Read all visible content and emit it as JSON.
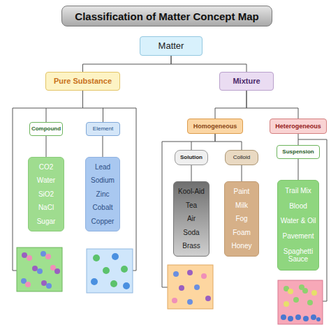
{
  "diagram": {
    "title": "Classification of Matter Concept Map",
    "nodes": [
      {
        "text": [
          "Matter"
        ]
      },
      {
        "text": [
          "Pure Substance"
        ]
      },
      {
        "text": [
          "Mixture"
        ]
      },
      {
        "text": [
          "Compound"
        ]
      },
      {
        "text": [
          "Element"
        ]
      },
      {
        "text": [
          "Homogeneous"
        ]
      },
      {
        "text": [
          "Heterogeneous"
        ]
      },
      {
        "text": [
          "Solution"
        ]
      },
      {
        "text": [
          "Colloid"
        ]
      },
      {
        "text": [
          "Suspension"
        ]
      },
      {
        "text": [
          "CO2",
          "Water",
          "SiO2",
          "NaCl",
          "Sugar"
        ]
      },
      {
        "text": [
          "Lead",
          "Sodium",
          "Zinc",
          "Cobalt",
          "Copper"
        ]
      },
      {
        "text": [
          "Kool-Aid",
          "Tea",
          "Air",
          "Soda",
          "Brass"
        ]
      },
      {
        "text": [
          "Paint",
          "Milk",
          "Fog",
          "Foam",
          "Honey"
        ]
      },
      {
        "text": [
          "Trail Mix",
          "Blood",
          "Water & Oil",
          "Pavement",
          "Spaghetti Sauce"
        ]
      }
    ],
    "edges": [
      {
        "from": 0,
        "to": 1,
        "arrow": "none"
      },
      {
        "from": 0,
        "to": 2,
        "arrow": "none"
      },
      {
        "from": 1,
        "to": 3,
        "arrow": "none"
      },
      {
        "from": 1,
        "to": 4,
        "arrow": "none"
      },
      {
        "from": 2,
        "to": 5,
        "arrow": "none"
      },
      {
        "from": 2,
        "to": 6,
        "arrow": "none"
      },
      {
        "from": 5,
        "to": 7,
        "arrow": "none"
      },
      {
        "from": 5,
        "to": 8,
        "arrow": "none"
      },
      {
        "from": 6,
        "to": 9,
        "arrow": "none"
      },
      {
        "from": 3,
        "to": 10,
        "arrow": "none"
      },
      {
        "from": 4,
        "to": 11,
        "arrow": "none"
      },
      {
        "from": 7,
        "to": 12,
        "arrow": "none"
      },
      {
        "from": 8,
        "to": 13,
        "arrow": "none"
      },
      {
        "from": 9,
        "to": 14,
        "arrow": "none"
      }
    ]
  }
}
